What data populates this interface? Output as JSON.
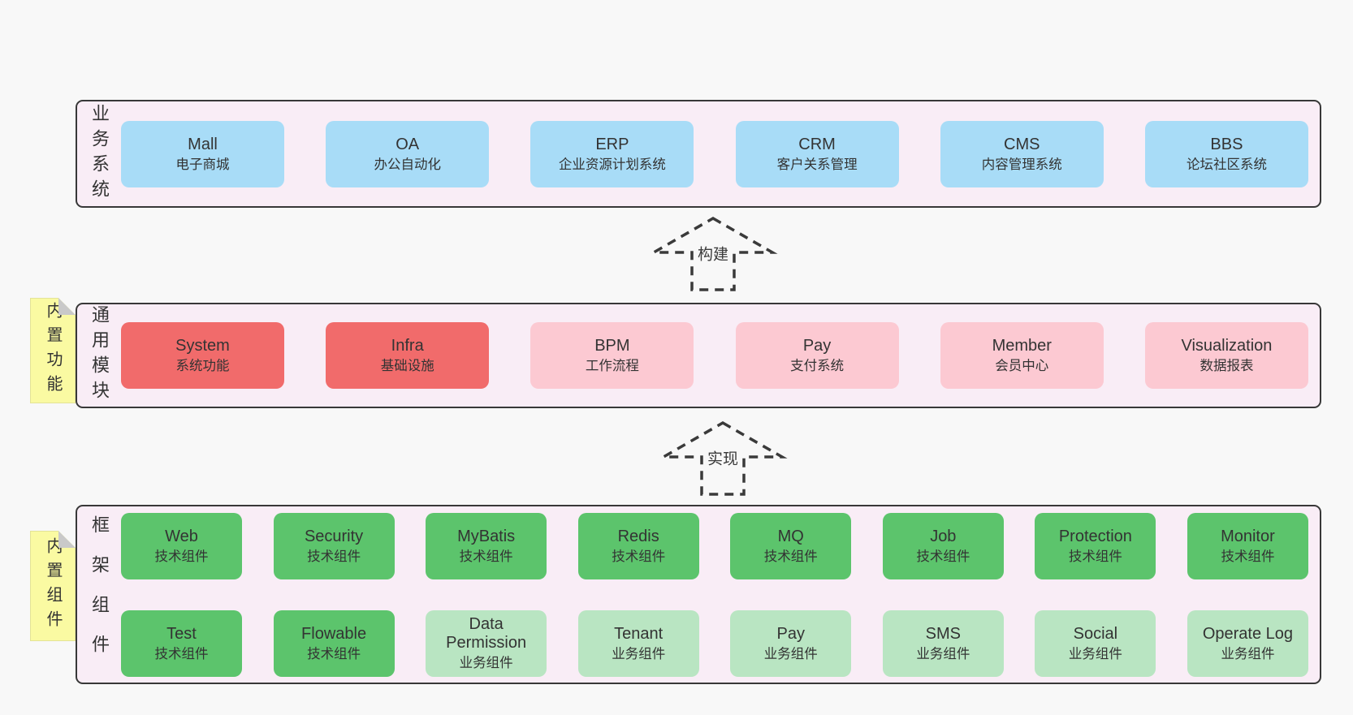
{
  "colors": {
    "pageBg": "#f8f8f8",
    "layerBg": "#f9edf6",
    "blue": "#a8dcf7",
    "red": "#f16b6b",
    "pink": "#fcc9d2",
    "greenDark": "#5cc46c",
    "greenLight": "#b9e5c2",
    "noteYellow": "#fafaa2",
    "foldGray": "#c9c9c9"
  },
  "layers": {
    "business": {
      "label": "业务系统",
      "boxes": [
        {
          "name": "Mall",
          "desc": "电子商城"
        },
        {
          "name": "OA",
          "desc": "办公自动化"
        },
        {
          "name": "ERP",
          "desc": "企业资源计划系统"
        },
        {
          "name": "CRM",
          "desc": "客户关系管理"
        },
        {
          "name": "CMS",
          "desc": "内容管理系统"
        },
        {
          "name": "BBS",
          "desc": "论坛社区系统"
        }
      ]
    },
    "modules": {
      "label": "通用模块",
      "note": "内置功能",
      "boxes": [
        {
          "name": "System",
          "desc": "系统功能"
        },
        {
          "name": "Infra",
          "desc": "基础设施"
        },
        {
          "name": "BPM",
          "desc": "工作流程"
        },
        {
          "name": "Pay",
          "desc": "支付系统"
        },
        {
          "name": "Member",
          "desc": "会员中心"
        },
        {
          "name": "Visualization",
          "desc": "数据报表"
        }
      ]
    },
    "components": {
      "label": "框架组件",
      "note": "内置组件",
      "row1": [
        {
          "name": "Web",
          "desc": "技术组件"
        },
        {
          "name": "Security",
          "desc": "技术组件"
        },
        {
          "name": "MyBatis",
          "desc": "技术组件"
        },
        {
          "name": "Redis",
          "desc": "技术组件"
        },
        {
          "name": "MQ",
          "desc": "技术组件"
        },
        {
          "name": "Job",
          "desc": "技术组件"
        },
        {
          "name": "Protection",
          "desc": "技术组件"
        },
        {
          "name": "Monitor",
          "desc": "技术组件"
        }
      ],
      "row2": [
        {
          "name": "Test",
          "desc": "技术组件"
        },
        {
          "name": "Flowable",
          "desc": "技术组件"
        },
        {
          "name": "Data Permission",
          "desc": "业务组件"
        },
        {
          "name": "Tenant",
          "desc": "业务组件"
        },
        {
          "name": "Pay",
          "desc": "业务组件"
        },
        {
          "name": "SMS",
          "desc": "业务组件"
        },
        {
          "name": "Social",
          "desc": "业务组件"
        },
        {
          "name": "Operate Log",
          "desc": "业务组件"
        }
      ]
    }
  },
  "arrows": [
    {
      "label": "构建"
    },
    {
      "label": "实现"
    }
  ]
}
